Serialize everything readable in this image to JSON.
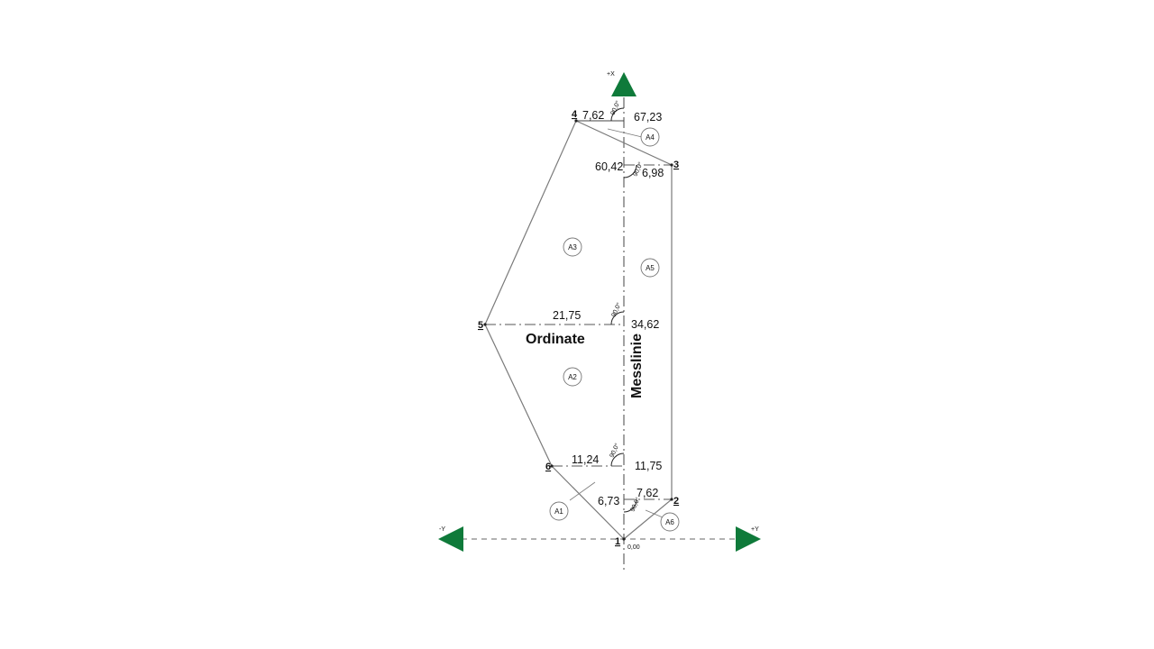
{
  "axes": {
    "x_plus_label": "+X",
    "y_minus_label": "-Y",
    "y_plus_label": "+Y",
    "arrow_color": "#0f7a3a"
  },
  "points": {
    "p1": "1",
    "p2": "2",
    "p3": "3",
    "p4": "4",
    "p5": "5",
    "p6": "6"
  },
  "measurements": {
    "origin": "0,00",
    "p4_offset": "7,62",
    "p4_chainage": "67,23",
    "p3_chainage": "60,42",
    "p3_offset": "6,98",
    "p5_offset": "21,75",
    "p5_chainage": "34,62",
    "p6_offset": "11,24",
    "p6_chainage": "11,75",
    "p2_offset": "7,62",
    "p2_chainage": "6,73"
  },
  "angle_label": "90,0°",
  "areas": {
    "a1": "A1",
    "a2": "A2",
    "a3": "A3",
    "a4": "A4",
    "a5": "A5",
    "a6": "A6"
  },
  "labels": {
    "ordinate": "Ordinate",
    "messlinie": "Messlinie"
  }
}
